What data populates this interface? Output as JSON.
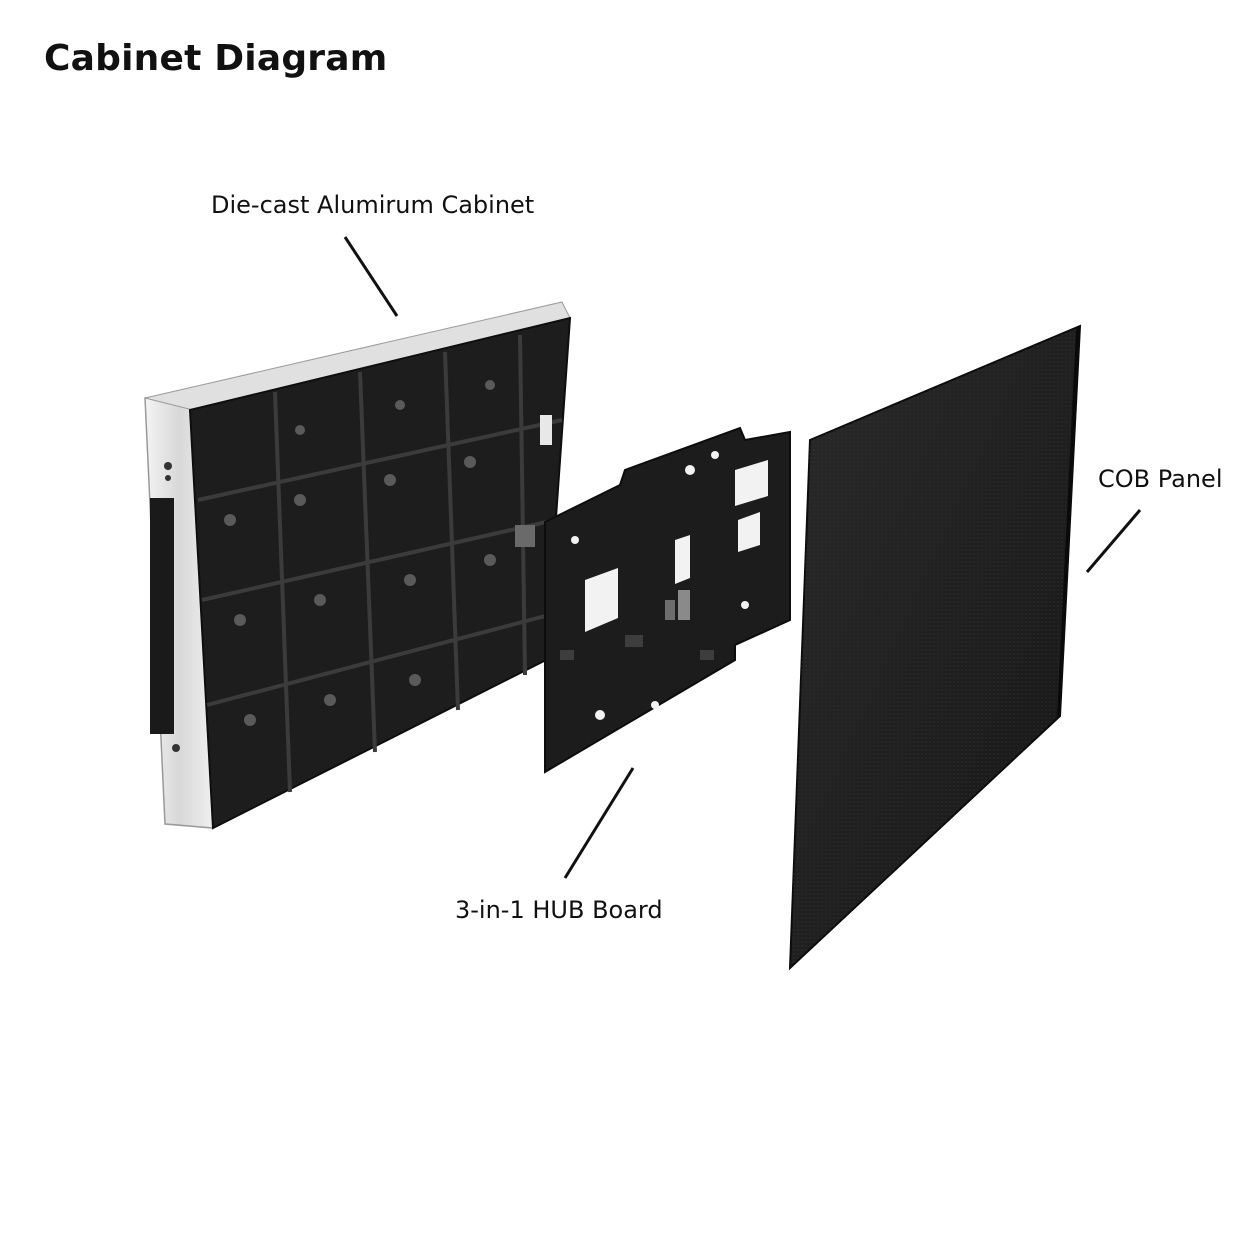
{
  "title": "Cabinet Diagram",
  "callouts": {
    "cabinet": "Die-cast Alumirum Cabinet",
    "hub": "3-in-1 HUB Board",
    "cob": "COB Panel"
  },
  "colors": {
    "background": "#ffffff",
    "text": "#111111",
    "component_dark": "#1c1c1c",
    "frame_silver": "#e6e6e6"
  }
}
